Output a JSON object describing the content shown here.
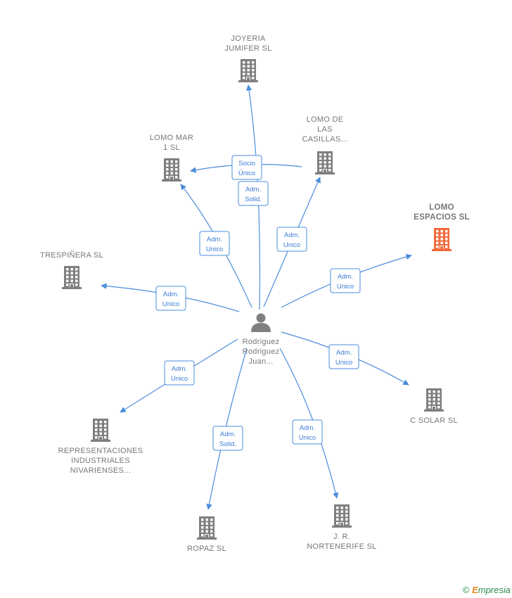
{
  "center": {
    "lines": [
      "Rodriguez",
      "Rodriguez",
      "Juan..."
    ],
    "icon": "person-icon"
  },
  "companies": [
    {
      "id": "joyeria",
      "lines": [
        "JOYERIA",
        "JUMIFER  SL"
      ],
      "icon": "building-icon",
      "highlight": false
    },
    {
      "id": "lomo-mar",
      "lines": [
        "LOMO MAR",
        "1 SL"
      ],
      "icon": "building-icon",
      "highlight": false
    },
    {
      "id": "lomo-casillas",
      "lines": [
        "LOMO DE",
        "LAS",
        "CASILLAS..."
      ],
      "icon": "building-icon",
      "highlight": false
    },
    {
      "id": "lomo-espacios",
      "lines": [
        "LOMO",
        "ESPACIOS  SL"
      ],
      "icon": "building-icon",
      "highlight": true
    },
    {
      "id": "trespinera",
      "lines": [
        "TRESPIÑERA SL"
      ],
      "icon": "building-icon",
      "highlight": false
    },
    {
      "id": "c-solar",
      "lines": [
        "C SOLAR  SL"
      ],
      "icon": "building-icon",
      "highlight": false
    },
    {
      "id": "representaciones",
      "lines": [
        "REPRESENTACIONES",
        "INDUSTRIALES",
        "NIVARIENSES..."
      ],
      "icon": "building-icon",
      "highlight": false
    },
    {
      "id": "ropaz",
      "lines": [
        "ROPAZ SL"
      ],
      "icon": "building-icon",
      "highlight": false
    },
    {
      "id": "nortenerife",
      "lines": [
        "J. R.",
        "NORTENERIFE SL"
      ],
      "icon": "building-icon",
      "highlight": false
    }
  ],
  "relations": [
    {
      "from": "center",
      "to": "joyeria",
      "label": [
        "Adm.",
        "Solid."
      ]
    },
    {
      "from": "lomo-casillas",
      "to": "lomo-mar",
      "label": [
        "Socio",
        "Único"
      ]
    },
    {
      "from": "center",
      "to": "lomo-mar",
      "label": [
        "Adm.",
        "Unico"
      ]
    },
    {
      "from": "center",
      "to": "lomo-casillas",
      "label": [
        "Adm.",
        "Unico"
      ]
    },
    {
      "from": "center",
      "to": "lomo-espacios",
      "label": [
        "Adm.",
        "Unico"
      ]
    },
    {
      "from": "center",
      "to": "trespinera",
      "label": [
        "Adm.",
        "Unico"
      ]
    },
    {
      "from": "center",
      "to": "c-solar",
      "label": [
        "Adm.",
        "Unico"
      ]
    },
    {
      "from": "center",
      "to": "representaciones",
      "label": [
        "Adm.",
        "Unico"
      ]
    },
    {
      "from": "center",
      "to": "ropaz",
      "label": [
        "Adm.",
        "Solid."
      ]
    },
    {
      "from": "center",
      "to": "nortenerife",
      "label": [
        "Adm.",
        "Unico"
      ]
    }
  ],
  "colors": {
    "edge": "#4a8ddc",
    "node": "#7f7f7f",
    "highlight": "#f26a3c",
    "label_border": "#4a8ddc"
  },
  "watermark": {
    "copyright": "©",
    "brand_first": "E",
    "brand_rest": "mpresia"
  }
}
